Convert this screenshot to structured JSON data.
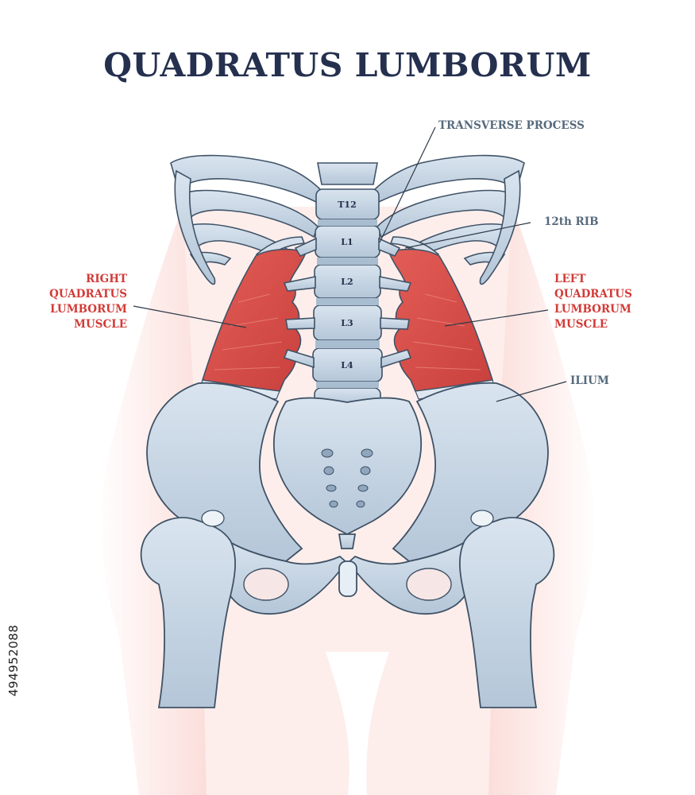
{
  "title": "QUADRATUS LUMBORUM",
  "labels": {
    "transverse_process": "TRANSVERSE PROCESS",
    "rib12": "12th RIB",
    "right_qlm": [
      "RIGHT",
      "QUADRATUS",
      "LUMBORUM",
      "MUSCLE"
    ],
    "left_qlm": [
      "LEFT",
      "QUADRATUS",
      "LUMBORUM",
      "MUSCLE"
    ],
    "ilium": "ILIUM"
  },
  "vertebrae": [
    "T12",
    "L1",
    "L2",
    "L3",
    "L4"
  ],
  "stock_id": "494952088",
  "colors": {
    "bone": "#c5d3e2",
    "bone_outline": "#3f5266",
    "muscle": "#d9504b",
    "muscle_text": "#d23b37",
    "label_text": "#566a7c",
    "title_text": "#25304f",
    "body_glow": "#fbe3e0"
  }
}
